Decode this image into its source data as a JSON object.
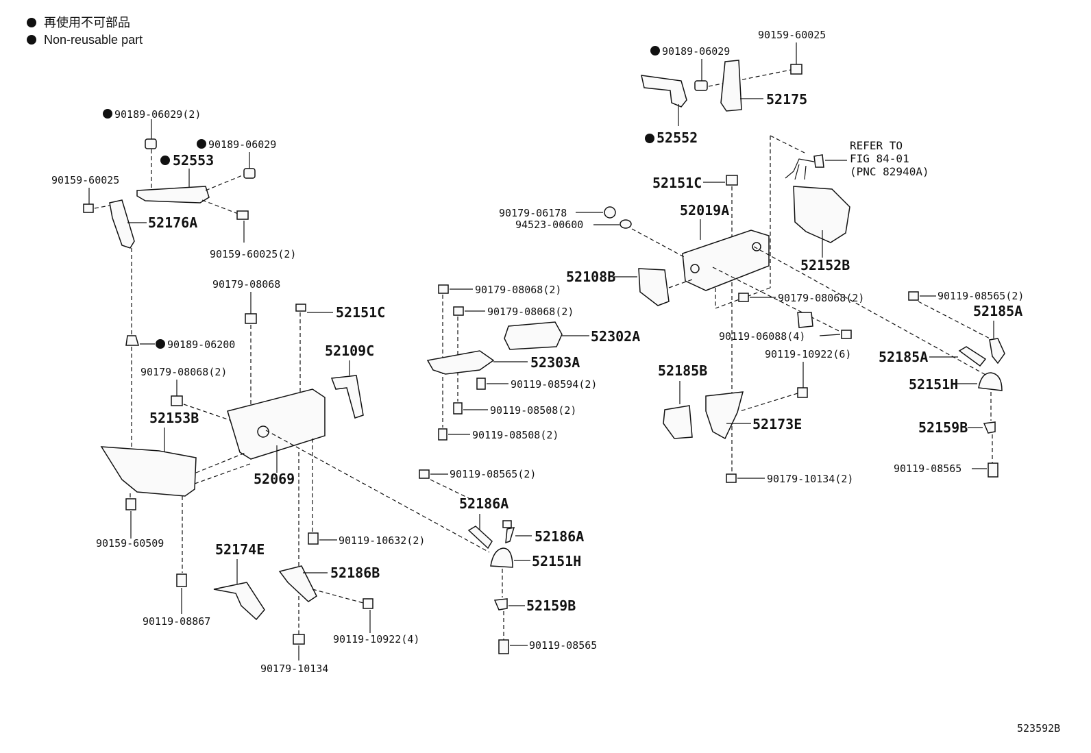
{
  "legend": {
    "jp": "再使用不可部品",
    "en": "Non-reusable part"
  },
  "figure_id": "523592B",
  "refer": {
    "line1": "REFER TO",
    "line2": "FIG 84-01",
    "line3": "(PNC 82940A)"
  },
  "labels": {
    "l01": "90189-06029(2)",
    "l02": "90189-06029",
    "l03": "52553",
    "l04": "90159-60025",
    "l05": "52176A",
    "l06": "90159-60025(2)",
    "l07": "90179-08068",
    "l08": "52151C",
    "l09": "90189-06200",
    "l10": "52109C",
    "l11": "90179-08068(2)",
    "l12": "52153B",
    "l13": "52069",
    "l14": "90159-60509",
    "l15": "90119-10632(2)",
    "l16": "52174E",
    "l17": "52186B",
    "l18": "90119-08867",
    "l19": "90119-10922(4)",
    "l20": "90179-10134",
    "l21": "90189-06029",
    "l22": "90159-60025",
    "l23": "52175",
    "l24": "52552",
    "l25": "52151C",
    "l26": "90179-06178",
    "l27": "94523-00600",
    "l28": "52019A",
    "l29": "52152B",
    "l30": "52108B",
    "l31": "90179-08068(2)",
    "l32": "90179-08068(2)",
    "l33": "90179-08068(2)",
    "l34": "52302A",
    "l35": "52303A",
    "l36": "90119-08594(2)",
    "l37": "90119-08508(2)",
    "l38": "90119-08508(2)",
    "l39": "90119-06088(4)",
    "l40": "90119-10922(6)",
    "l41": "90119-08565(2)",
    "l42": "52185A",
    "l43": "52185A",
    "l44": "52151H",
    "l45": "52185B",
    "l46": "52173E",
    "l47": "52159B",
    "l48": "90119-08565",
    "l49": "90179-10134(2)",
    "l50": "90119-08565(2)",
    "l51": "52186A",
    "l52": "52186A",
    "l53": "52151H",
    "l54": "52159B",
    "l55": "90119-08565"
  }
}
